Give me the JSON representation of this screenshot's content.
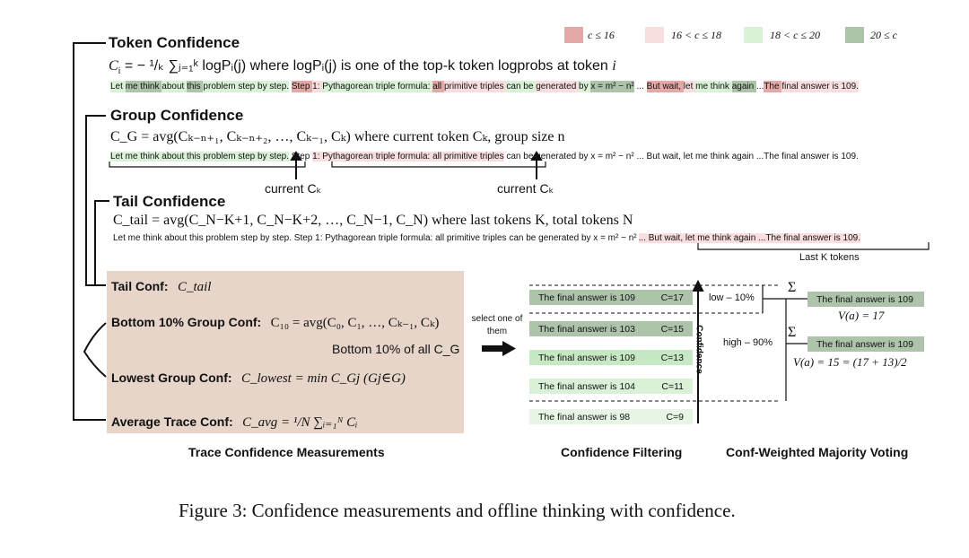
{
  "legend": {
    "items": [
      {
        "label": "c ≤ 16",
        "color": "#e4a8a6"
      },
      {
        "label": "16 < c ≤ 18",
        "color": "#f8dede"
      },
      {
        "label": "18 < c ≤ 20",
        "color": "#d9f1d6"
      },
      {
        "label": "20 ≤ c",
        "color": "#adc4ab"
      }
    ]
  },
  "token": {
    "title": "Token Confidence",
    "formula_lhs": "C",
    "formula_sub": "i",
    "formula_rest": " = − ¹/ₖ ∑ⱼ₌₁ᵏ logPᵢ(j) where logPᵢ(j) is one of the top-k token logprobs at token ",
    "formula_var": "i",
    "tokens": [
      {
        "t": "Let ",
        "c": "c3"
      },
      {
        "t": "me think ",
        "c": "c4"
      },
      {
        "t": "about ",
        "c": "c3"
      },
      {
        "t": "this ",
        "c": "c4"
      },
      {
        "t": "problem step by step.",
        "c": "c3"
      },
      {
        "t": " ",
        "c": ""
      },
      {
        "t": "Step ",
        "c": "c1"
      },
      {
        "t": "1: ",
        "c": "c2"
      },
      {
        "t": "Pythagorean triple formula: ",
        "c": "c3"
      },
      {
        "t": "all ",
        "c": "c1"
      },
      {
        "t": "primitive triples ",
        "c": "c2"
      },
      {
        "t": "can be ",
        "c": "c3"
      },
      {
        "t": "generated ",
        "c": "c2"
      },
      {
        "t": "by ",
        "c": "c3"
      },
      {
        "t": "x = m² − n²",
        "c": "c4"
      },
      {
        "t": " ... ",
        "c": ""
      },
      {
        "t": "But wait, ",
        "c": "c1"
      },
      {
        "t": "let ",
        "c": "c2"
      },
      {
        "t": "me think ",
        "c": "c3"
      },
      {
        "t": "again ",
        "c": "c4"
      },
      {
        "t": " ...",
        "c": ""
      },
      {
        "t": "The ",
        "c": "c1"
      },
      {
        "t": "final answer is 109.",
        "c": "c2"
      }
    ]
  },
  "group": {
    "title": "Group Confidence",
    "formula": "C_G = avg(Cₖ₋ₙ₊₁, Cₖ₋ₙ₊₂, …, Cₖ₋₁, Cₖ) where current token Cₖ, group size n",
    "seg1": "Let me think about this problem step by step.",
    "seg2": " Step ",
    "seg3": "1: Pythagorean triple formula: all primitive triples",
    "seg4": " can be generated by x = m² − n² ... But wait, let me think again ...The final answer is 109.",
    "current_label": "current Cₖ"
  },
  "tail": {
    "title": "Tail Confidence",
    "formula": "C_tail = avg(C_N−K+1, C_N−K+2, …, C_N−1, C_N) where last tokens K, total tokens N",
    "seg1": "Let me think about this problem step by step. Step 1: Pythagorean triple formula: all primitive triples can be generated by x = m² − n²",
    "seg2": "... But wait, let me think again ...The final answer is 109.",
    "last_label": "Last K tokens"
  },
  "panel": {
    "tail_label": "Tail Conf:",
    "tail_formula": "C_tail",
    "bottom_label": "Bottom 10% Group Conf:",
    "bottom_formula": "C₁₀ = avg(C₀, C₁, …, Cₖ₋₁, Cₖ)",
    "bottom_note": "Bottom 10% of all C_G",
    "lowest_label": "Lowest Group Conf:",
    "lowest_formula": "C_lowest = min C_Gj   (Gj∈G)",
    "avg_label": "Average Trace Conf:",
    "avg_formula": "C_avg = ¹/N ∑ᵢ₌₁ᴺ Cᵢ"
  },
  "select_label": "select one of them",
  "filtering": {
    "answers": [
      {
        "text": "The final answer is 109",
        "c": "C=17",
        "color": "#adc4ab"
      },
      {
        "text": "The final answer is 103",
        "c": "C=15",
        "color": "#adc4ab"
      },
      {
        "text": "The final answer is 109",
        "c": "C=13",
        "color": "#c6e8c2"
      },
      {
        "text": "The final answer is 104",
        "c": "C=11",
        "color": "#d9f1d6"
      },
      {
        "text": "The final answer is 98",
        "c": "C=9",
        "color": "#e7f6e4"
      }
    ],
    "axis_label": "Confidence",
    "low_label": "low – 10%",
    "high_label": "high – 90%"
  },
  "voting": {
    "sigma": "Σ",
    "result1": "The final answer is 109",
    "v1": "V(a) = 17",
    "result2": "The final answer is 109",
    "v2": "V(a) = 15 = (17 + 13)/2"
  },
  "bottom": {
    "label1": "Trace Confidence Measurements",
    "label2": "Confidence Filtering",
    "label3": "Conf-Weighted Majority Voting"
  },
  "caption": "Figure 3: Confidence measurements and offline thinking with confidence."
}
